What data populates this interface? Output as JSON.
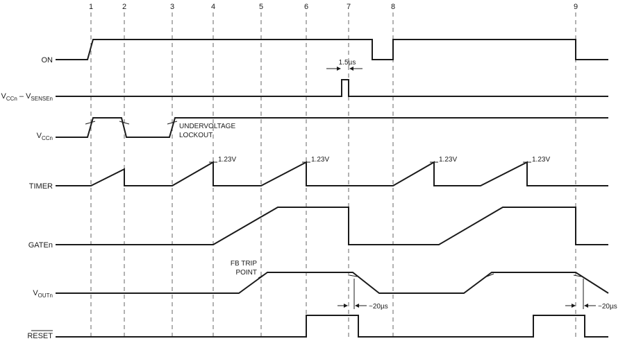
{
  "markers": [
    "1",
    "2",
    "3",
    "4",
    "5",
    "6",
    "7",
    "8",
    "9"
  ],
  "signals": {
    "on": "ON",
    "vcc_sense": {
      "v1": "V",
      "s1": "CCn",
      "mid": " – V",
      "s2": "SENSEn"
    },
    "vcc": {
      "v": "V",
      "s": "CCn"
    },
    "timer": "TIMER",
    "gate": "GATEn",
    "vout": {
      "v": "V",
      "s": "OUTn"
    },
    "reset": "RESET"
  },
  "annotations": {
    "pulse_width": "1.5µs",
    "uvlo_line1": "UNDERVOLTAGE",
    "uvlo_line2": "LOCKOUT",
    "threshold": "1.23V",
    "fb_line1": "FB TRIP",
    "fb_line2": "POINT",
    "delay": "~20µs"
  }
}
